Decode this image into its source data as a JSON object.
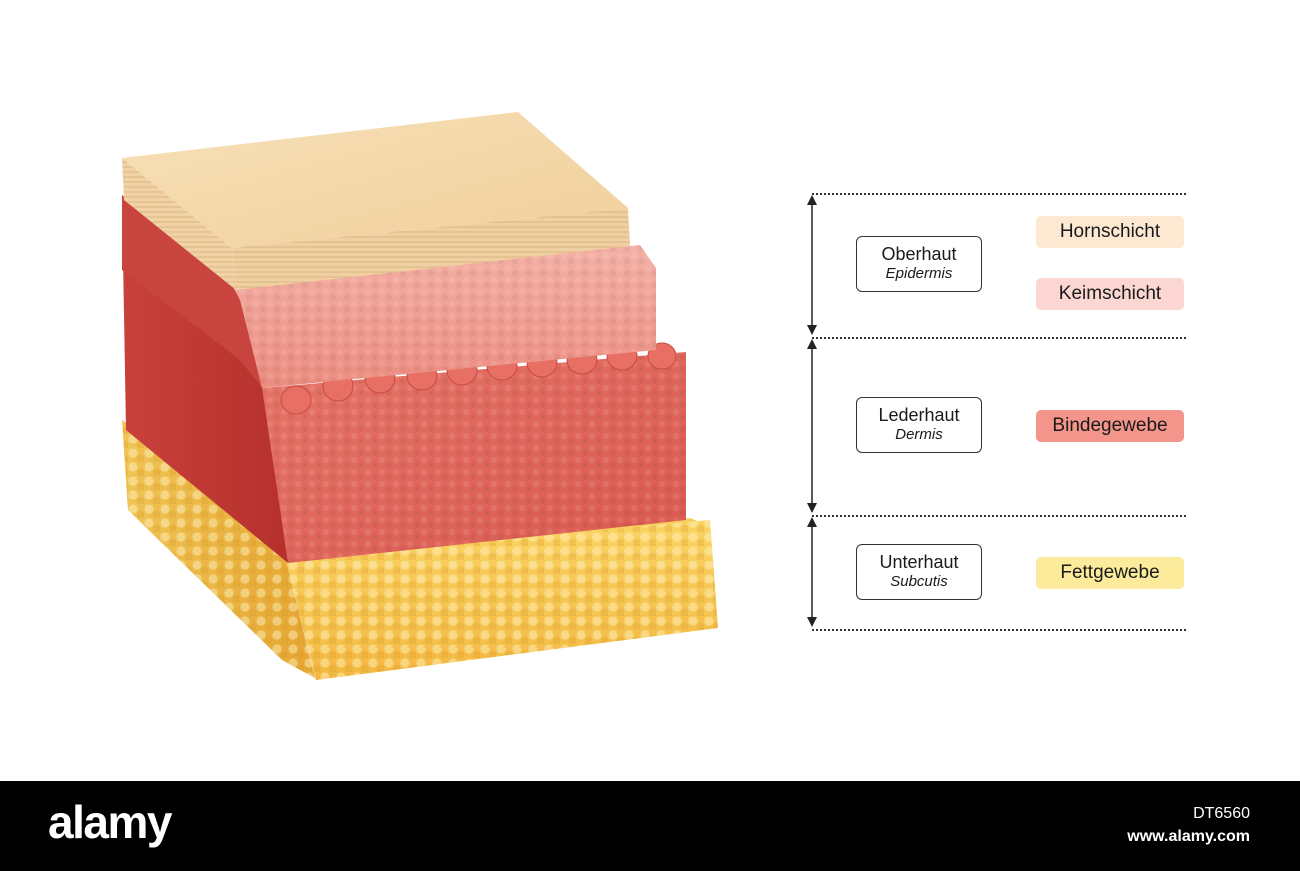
{
  "legend": {
    "layers": [
      {
        "name_de": "Oberhaut",
        "name_lat": "Epidermis"
      },
      {
        "name_de": "Lederhaut",
        "name_lat": "Dermis"
      },
      {
        "name_de": "Unterhaut",
        "name_lat": "Subcutis"
      }
    ],
    "tissues": [
      {
        "label": "Hornschicht",
        "color": "#fde8d2"
      },
      {
        "label": "Keimschicht",
        "color": "#fbd6d2"
      },
      {
        "label": "Bindegewebe",
        "color": "#f3958a"
      },
      {
        "label": "Fettgewebe",
        "color": "#fbeb9a"
      }
    ]
  },
  "illustration": {
    "colors": {
      "horny_layer": "#f3d3a2",
      "germinal_layer": "#ef9a8e",
      "dermis": "#dd5f55",
      "dermis_dark": "#b7342f",
      "fat": "#f5c654",
      "fat_dark": "#e7a52c"
    }
  },
  "footer": {
    "brand": "alamy",
    "image_id": "DT6560",
    "url": "www.alamy.com"
  }
}
